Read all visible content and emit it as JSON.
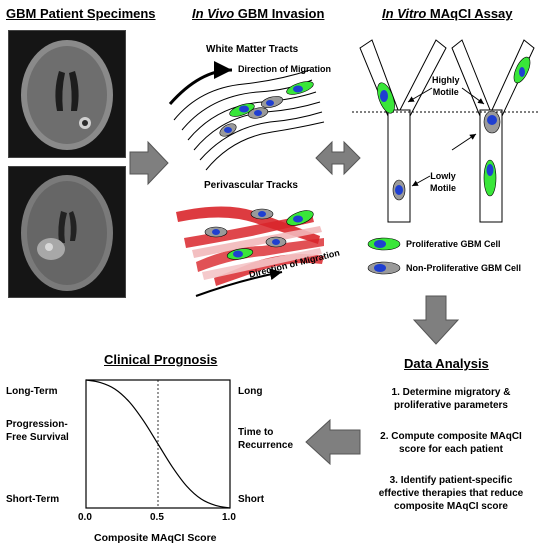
{
  "headers": {
    "patient_specimens": "GBM Patient Specimens",
    "invivo_italic": "In Vivo",
    "invivo_rest": " GBM Invasion",
    "invitro_italic": "In Vitro",
    "invitro_rest": " MAqCI Assay",
    "data_analysis": "Data Analysis",
    "clinical_prognosis": "Clinical Prognosis"
  },
  "invivo": {
    "white_matter_title": "White Matter Tracts",
    "white_matter_arrow": "Direction of Migration",
    "perivascular_title": "Perivascular Tracks",
    "perivascular_arrow": "Direction of Migration"
  },
  "invitro": {
    "highly_motile_1": "Highly",
    "highly_motile_2": "Motile",
    "lowly_motile_1": "Lowly",
    "lowly_motile_2": "Motile",
    "legend_proliferative": "Proliferative GBM Cell",
    "legend_non_proliferative": "Non-Proliferative GBM Cell"
  },
  "data_analysis_steps": [
    {
      "line1": "1.  Determine migratory &",
      "line2": "proliferative parameters",
      "line3": ""
    },
    {
      "line1": "2.  Compute composite MAqCI",
      "line2": "score for each patient",
      "line3": ""
    },
    {
      "line1": "3.  Identify patient-specific",
      "line2": "effective therapies that reduce",
      "line3": "composite MAqCI score"
    }
  ],
  "prognosis": {
    "left_top": "Long-Term",
    "left_mid_1": "Progression-",
    "left_mid_2": "Free Survival",
    "left_bottom": "Short-Term",
    "right_top": "Long",
    "right_mid_1": "Time to",
    "right_mid_2": "Recurrence",
    "right_bottom": "Short",
    "xlabel": "Composite MAqCI Score"
  },
  "colors": {
    "proliferative": "#39e639",
    "nucleus": "#1f3fd1",
    "non_proliferative": "#9a9a9a",
    "vessel": "#d9262b",
    "arrow_fill": "#7f7f7f"
  },
  "chart_data": {
    "type": "line",
    "x": [
      0,
      0.1,
      0.2,
      0.3,
      0.4,
      0.5,
      0.6,
      0.7,
      0.8,
      0.9,
      1.0
    ],
    "series": [
      {
        "values": [
          1.0,
          0.98,
          0.93,
          0.83,
          0.68,
          0.5,
          0.32,
          0.17,
          0.07,
          0.02,
          0.0
        ]
      }
    ],
    "xticks": [
      "0.0",
      "0.5",
      "1.0"
    ],
    "xlim": [
      0,
      1
    ],
    "ylim": [
      0,
      1
    ],
    "reference_line_x": 0.5,
    "xlabel": "Composite MAqCI Score"
  }
}
